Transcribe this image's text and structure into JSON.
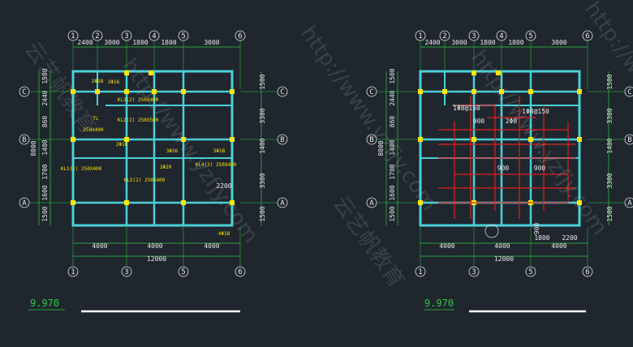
{
  "plans": [
    {
      "id": "left",
      "top_axes": [
        "1",
        "2",
        "3",
        "4",
        "5",
        "6"
      ],
      "top_dims": [
        "2400",
        "3000",
        "1800",
        "1800",
        "3000"
      ],
      "bottom_axes": [
        "1",
        "3",
        "5",
        "6"
      ],
      "bottom_dims": [
        "4000",
        "4000",
        "4000"
      ],
      "total_width": "12000",
      "left_dims": [
        "1500",
        "2440",
        "860",
        "1400",
        "1700",
        "1600",
        "1500"
      ],
      "left_total": "8000",
      "right_dims": [
        "1500",
        "3300",
        "1400",
        "3300",
        "1500"
      ],
      "row_axes": [
        "C",
        "B",
        "A"
      ],
      "extra_dim": "2200",
      "elevation": "9.970",
      "labels": [
        "2Φ18",
        "TL",
        "250X400",
        "2Φ16",
        "2Φ18",
        "3Φ16",
        "2Φ20",
        "3Φ18",
        "4Φ18",
        "KL3(2) 250X400",
        "KL2(2) 250X500",
        "KL1(1) 250X400",
        "KL5(2) 250X400",
        "KL4(2) 250X400"
      ]
    },
    {
      "id": "right",
      "top_axes": [
        "1",
        "2",
        "3",
        "4",
        "5",
        "6"
      ],
      "top_dims": [
        "2400",
        "3000",
        "1800",
        "1800",
        "3000"
      ],
      "bottom_axes": [
        "1",
        "3",
        "5",
        "6"
      ],
      "bottom_dims": [
        "4000",
        "4000",
        "4000"
      ],
      "total_width": "12000",
      "left_dims": [
        "1500",
        "2440",
        "860",
        "1400",
        "1700",
        "1600",
        "1500"
      ],
      "left_total": "8000",
      "right_dims": [
        "1500",
        "3300",
        "1400",
        "3300",
        "1500"
      ],
      "row_axes": [
        "C",
        "B",
        "A"
      ],
      "extra_dims": [
        "1800",
        "2200"
      ],
      "extra_small": "900",
      "elevation": "9.970",
      "labels": [
        "1Φ8@150",
        "900",
        "2Φ8",
        "1Φ8@150",
        "900",
        "900"
      ]
    }
  ],
  "watermark": {
    "url": "http://www.yzfjy.com",
    "brand": "云艺帆教育"
  },
  "colors": {
    "background": "#1f262e",
    "wall": "#4ad0d8",
    "dimension": "#2ecc40",
    "column": "#ffe600",
    "rebar": "#e02020",
    "text": "#e8e8e8"
  }
}
